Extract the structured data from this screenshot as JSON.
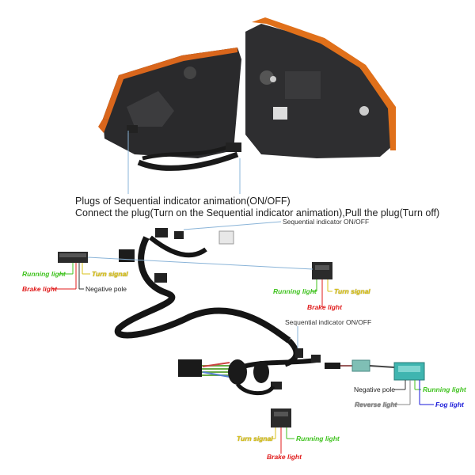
{
  "headline": {
    "line1": "Plugs of Sequential indicator animation(ON/OFF)",
    "line2": "Connect the plug(Turn on the Sequential indicator animation),Pull the plug(Turn off)"
  },
  "sequential_labels": {
    "top": "Sequential indicator ON/OFF",
    "middle": "Sequential indicator ON/OFF"
  },
  "left_connector": {
    "running_light": "Running light",
    "turn_signal": "Turn signal",
    "brake_light": "Brake light",
    "negative_pole": "Negative pole"
  },
  "right_connector": {
    "running_light": "Running light",
    "turn_signal": "Turn signal",
    "brake_light": "Brake light"
  },
  "teal_connector": {
    "negative_pole": "Negative pole",
    "running_light": "Running light",
    "reverse_light": "Reverse light",
    "fog_light": "Fog light"
  },
  "bottom_connector": {
    "turn_signal": "Turn signal",
    "running_light": "Running light",
    "brake_light": "Brake light"
  },
  "colors": {
    "running": "#3fc21e",
    "brake": "#e01b1b",
    "turn": "#d9c21a",
    "fog": "#1a1ad9",
    "lens_accent": "#e0701a",
    "teal_connector": "#3fb5b0"
  }
}
